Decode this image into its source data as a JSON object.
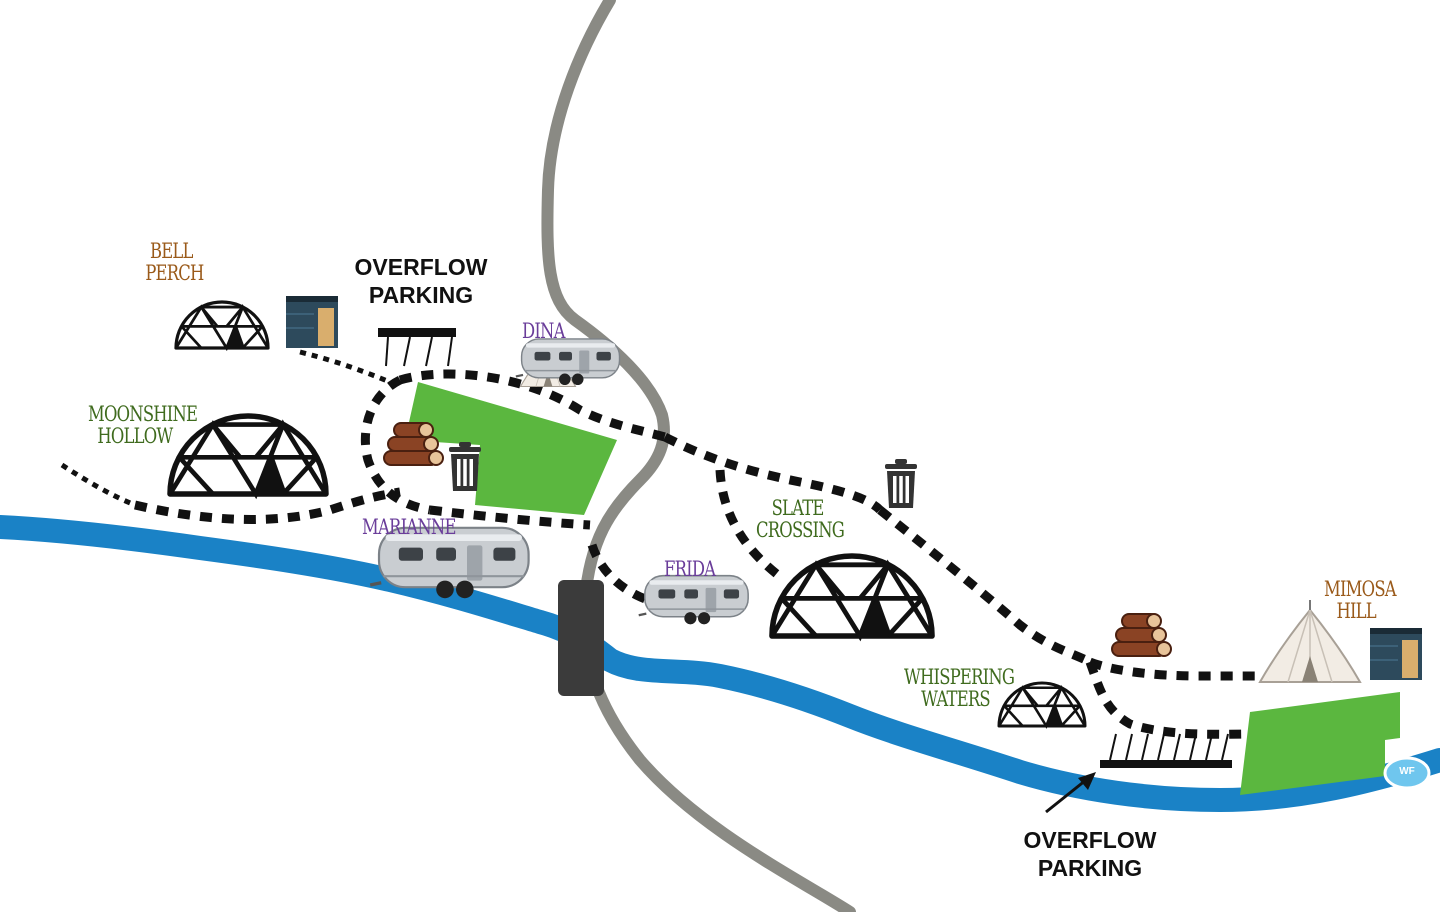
{
  "labels": {
    "bell_perch": [
      "BELL",
      "PERCH"
    ],
    "moonshine_hollow": [
      "MOONSHINE",
      "HOLLOW"
    ],
    "dina": "DINA",
    "marianne": "MARIANNE",
    "frida": "FRIDA",
    "slate_crossing": [
      "SLATE",
      "CROSSING"
    ],
    "whispering_waters": [
      "WHISPERING",
      "WATERS"
    ],
    "mimosa_hill": [
      "MIMOSA",
      "HILL"
    ],
    "overflow_parking_top": [
      "OVERFLOW",
      "PARKING"
    ],
    "overflow_parking_bottom": [
      "OVERFLOW",
      "PARKING"
    ],
    "wf_badge": "WF"
  },
  "colors": {
    "river": "#1a82c6",
    "road": "#8a8a84",
    "parking_area": "#5bb73f",
    "trail": "#111111",
    "site_brown": "#9a5a1a",
    "site_green": "#3f6b1e",
    "site_purple": "#6a3d9a",
    "wf_badge": "#6fc6ee"
  },
  "icons": [
    "geodesic-dome-icon",
    "bell-tent-icon",
    "airstream-trailer-icon",
    "trash-can-icon",
    "firewood-icon",
    "shed-icon",
    "bridge-icon",
    "arrow-icon"
  ]
}
